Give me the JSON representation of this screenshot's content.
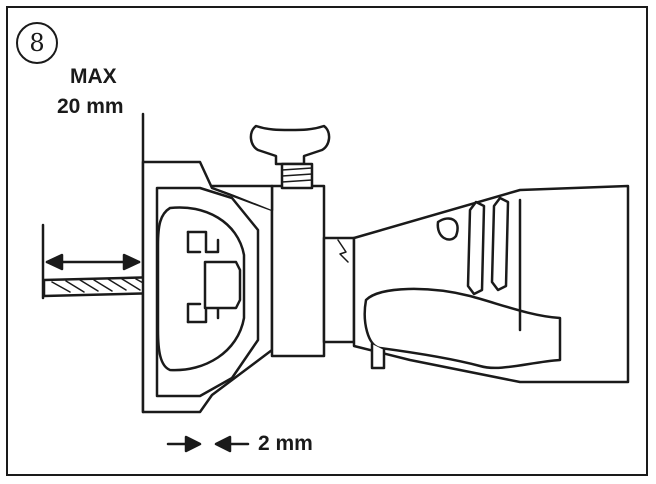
{
  "step": {
    "number": "8"
  },
  "labels": {
    "max": "MAX",
    "depth": "20 mm",
    "gap": "2 mm"
  },
  "icons": {
    "step_badge": "circled-number",
    "depth_arrow": "double-headed-arrow",
    "gap_arrows": "converging-arrows"
  }
}
